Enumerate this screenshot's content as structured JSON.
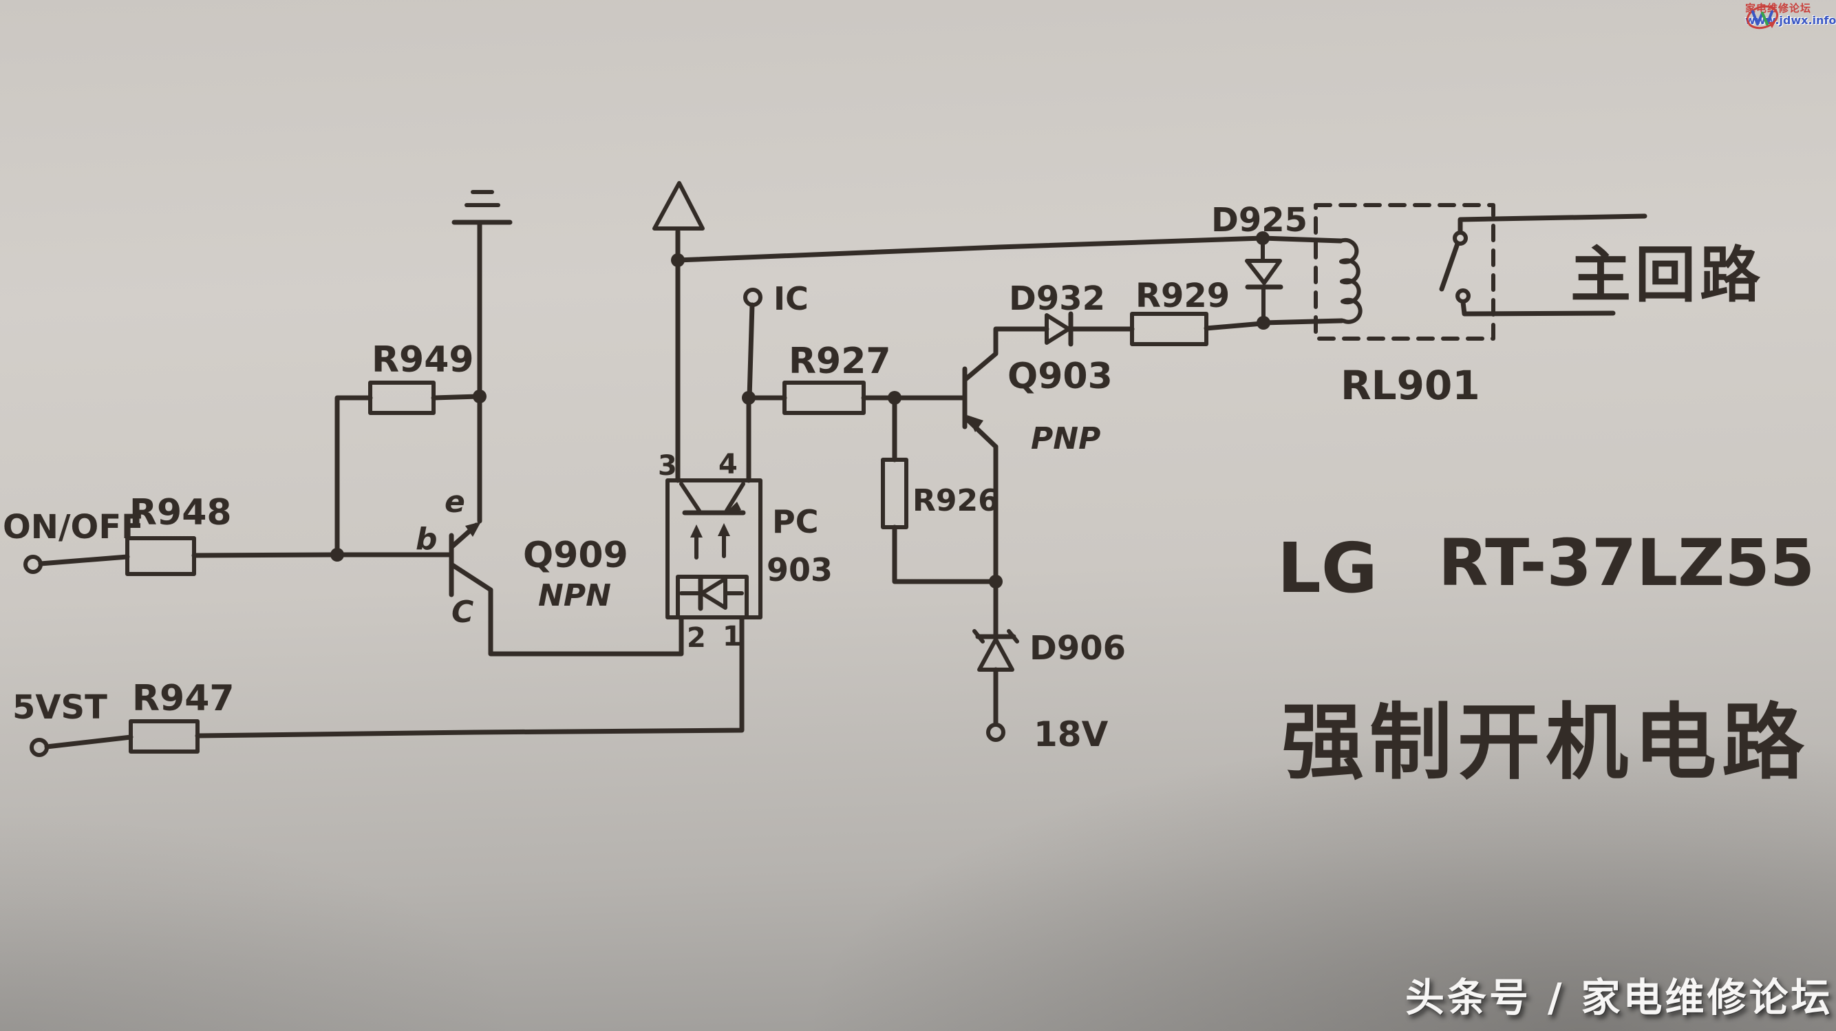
{
  "title": {
    "brand": "LG",
    "model": "RT-37LZ55",
    "subtitle": "强制开机电路"
  },
  "caption": "头条号 / 家电维修论坛",
  "watermark": {
    "site_name": "家电维修论坛",
    "site_url": "www.jdwx.info"
  },
  "labels": {
    "on_off": "ON/OFF",
    "v5": "5VST",
    "v18": "18V",
    "ic": "IC",
    "main_loop": "主回路",
    "r948": "R948",
    "r949": "R949",
    "r947": "R947",
    "r927": "R927",
    "r926": "R926",
    "r929": "R929",
    "q909": "Q909",
    "q909_type": "NPN",
    "q909_e": "e",
    "q909_b": "b",
    "q909_c": "C",
    "q903": "Q903",
    "q903_type": "PNP",
    "pc": "PC",
    "pc_num": "903",
    "pin1": "1",
    "pin2": "2",
    "pin3": "3",
    "pin4": "4",
    "d932": "D932",
    "d925": "D925",
    "d906": "D906",
    "rl901": "RL901"
  },
  "components": [
    {
      "ref": "R948",
      "kind": "resistor"
    },
    {
      "ref": "R949",
      "kind": "resistor"
    },
    {
      "ref": "R947",
      "kind": "resistor"
    },
    {
      "ref": "R927",
      "kind": "resistor"
    },
    {
      "ref": "R926",
      "kind": "resistor"
    },
    {
      "ref": "R929",
      "kind": "resistor"
    },
    {
      "ref": "Q909",
      "kind": "transistor",
      "polarity": "NPN"
    },
    {
      "ref": "Q903",
      "kind": "transistor",
      "polarity": "PNP"
    },
    {
      "ref": "PC903",
      "kind": "optocoupler",
      "pins": [
        "1",
        "2",
        "3",
        "4"
      ]
    },
    {
      "ref": "D932",
      "kind": "diode"
    },
    {
      "ref": "D925",
      "kind": "diode"
    },
    {
      "ref": "D906",
      "kind": "diode"
    },
    {
      "ref": "RL901",
      "kind": "relay"
    }
  ],
  "colors": {
    "ink": "#332c27",
    "paper_light": "#d3cfca",
    "paper_dark": "#9d9b98",
    "caption_text": "#f7f6f5",
    "watermark_red": "#c9403c",
    "watermark_blue": "#3a57c4",
    "watermark_green": "#3aa54a"
  }
}
